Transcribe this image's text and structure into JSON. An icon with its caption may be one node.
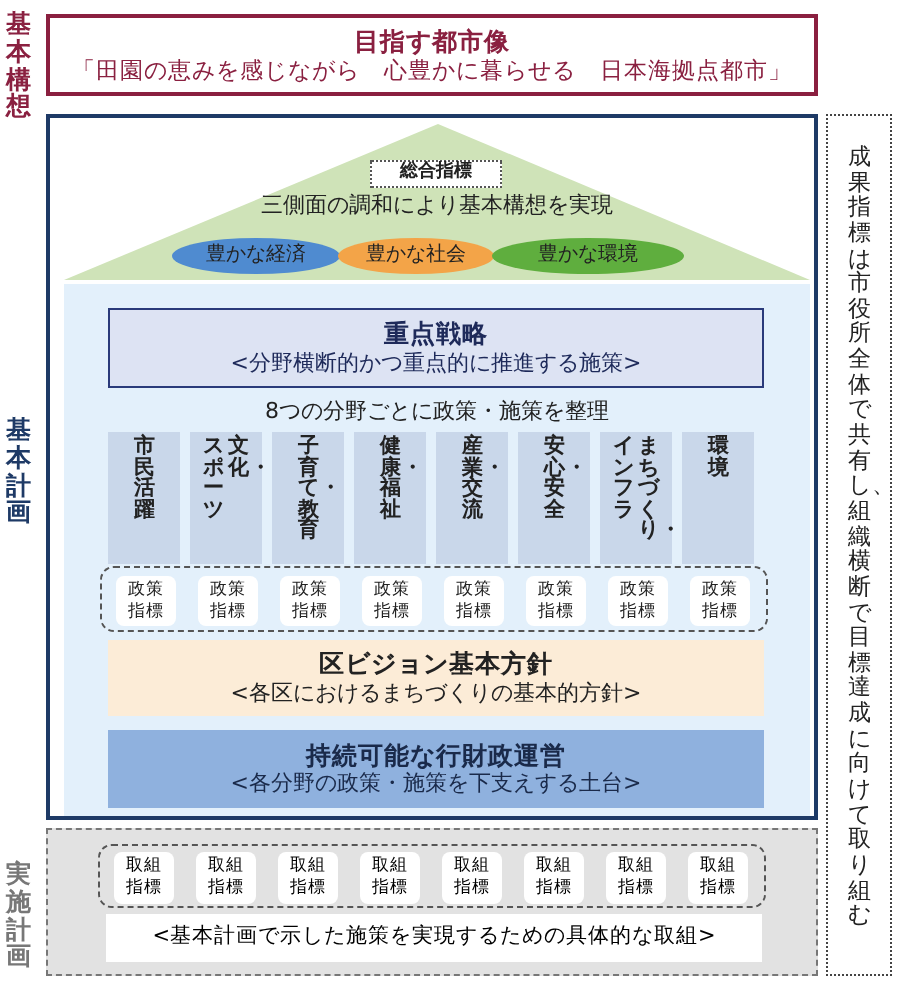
{
  "diagram": {
    "nodes": [
      {
        "text": [
          "目指す都市像",
          "「田園の恵みを感じながら　心豊かに暮らせる　日本海拠点都市」"
        ],
        "beside": [
          "基本構想"
        ]
      },
      {
        "text": [],
        "shape": "box",
        "beside": [
          "基本計画"
        ]
      },
      {
        "text": [
          "三側面の調和により基本構想を実現"
        ],
        "in": 1
      },
      {
        "text": [
          "総合指標"
        ],
        "in": 2
      },
      {
        "text": [
          "豊かな経済"
        ],
        "in": 2
      },
      {
        "text": [
          "豊かな社会"
        ],
        "in": 2
      },
      {
        "text": [
          "豊かな環境"
        ],
        "in": 2
      },
      {
        "text": [
          "8つの分野ごとに政策・施策を整理"
        ],
        "in": 1
      },
      {
        "text": [
          "重点戦略",
          "<分野横断的かつ重点的に推進する施策>"
        ],
        "in": 7
      },
      {
        "text": [
          "市民活躍"
        ],
        "in": 7
      },
      {
        "text": [
          "文化・スポーツ"
        ],
        "in": 7
      },
      {
        "text": [
          "子育て・教育"
        ],
        "in": 7
      },
      {
        "text": [
          "健康・福祉"
        ],
        "in": 7
      },
      {
        "text": [
          "産業・交流"
        ],
        "in": 7
      },
      {
        "text": [
          "安心・安全"
        ],
        "in": 7
      },
      {
        "text": [
          "まちづくり・インフラ"
        ],
        "in": 7
      },
      {
        "text": [
          "環境"
        ],
        "in": 7
      },
      {
        "text": [],
        "shape": "box",
        "in": 7
      },
      {
        "text": [
          "政策指標"
        ],
        "in": 17
      },
      {
        "text": [
          "政策指標"
        ],
        "in": 17
      },
      {
        "text": [
          "政策指標"
        ],
        "in": 17
      },
      {
        "text": [
          "政策指標"
        ],
        "in": 17
      },
      {
        "text": [
          "政策指標"
        ],
        "in": 17
      },
      {
        "text": [
          "政策指標"
        ],
        "in": 17
      },
      {
        "text": [
          "政策指標"
        ],
        "in": 17
      },
      {
        "text": [
          "政策指標"
        ],
        "in": 17
      },
      {
        "text": [
          "区ビジョン基本方針",
          "<各区におけるまちづくりの基本的方針>"
        ],
        "in": 7
      },
      {
        "text": [
          "持続可能な行財政運営",
          "<各分野の政策・施策を下支えする土台>"
        ],
        "in": 7
      },
      {
        "text": [],
        "shape": "box",
        "beside": [
          "実施計画"
        ]
      },
      {
        "text": [],
        "shape": "box",
        "in": 28
      },
      {
        "text": [
          "取組指標"
        ],
        "in": 29
      },
      {
        "text": [
          "取組指標"
        ],
        "in": 29
      },
      {
        "text": [
          "取組指標"
        ],
        "in": 29
      },
      {
        "text": [
          "取組指標"
        ],
        "in": 29
      },
      {
        "text": [
          "取組指標"
        ],
        "in": 29
      },
      {
        "text": [
          "取組指標"
        ],
        "in": 29
      },
      {
        "text": [
          "取組指標"
        ],
        "in": 29
      },
      {
        "text": [
          "取組指標"
        ],
        "in": 29
      },
      {
        "text": [
          "<基本計画で示した施策を実現するための具体的な取組>"
        ],
        "in": 28
      },
      {
        "text": [
          "成果指標は市役所全体で共有し、組織横断で目標達成に向けて取り組む"
        ]
      }
    ]
  }
}
